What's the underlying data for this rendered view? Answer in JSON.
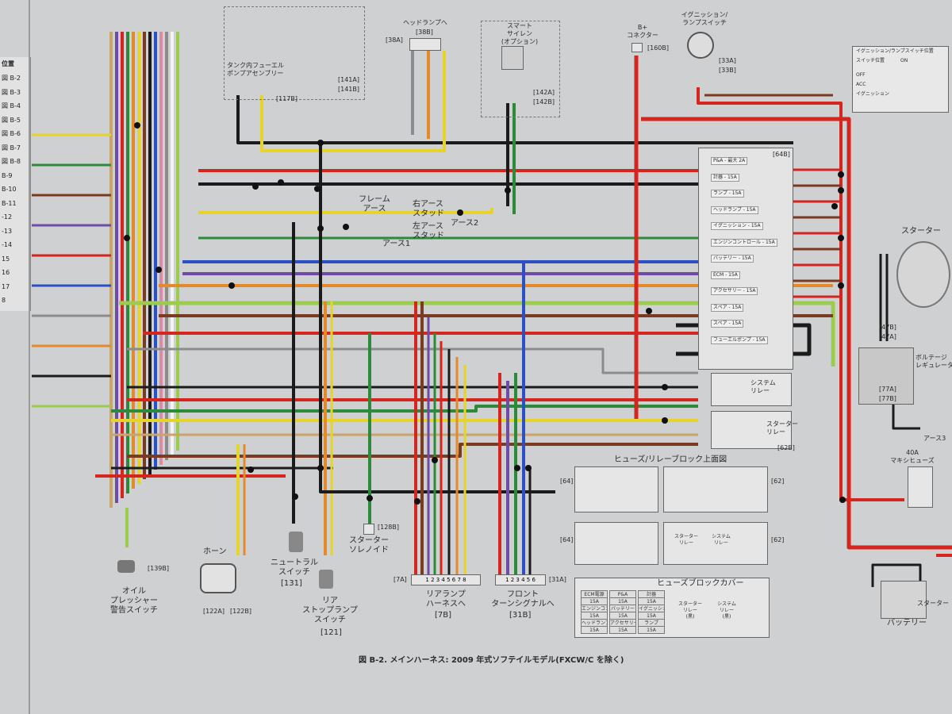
{
  "page": {
    "side_index": {
      "header": "位置",
      "rows": [
        "図 B-2",
        "図 B-3",
        "図 B-4",
        "図 B-5",
        "図 B-6",
        "図 B-7",
        "図 B-8",
        "B-9",
        "B-10",
        "B-11",
        "-12",
        "-13",
        "-14",
        "15",
        "16",
        "17",
        "8"
      ]
    },
    "caption": "図 B-2. メインハーネス: 2009 年式ソフテイルモデル(FXCW/C を除く)"
  },
  "components": {
    "fuel_pump": {
      "label": "タンク内フューエル\nポンプアセンブリー",
      "ref_a": "[141A]",
      "ref_b": "[141B]",
      "ref_c": "[117B]"
    },
    "headlamp": {
      "label": "ヘッドランプへ",
      "ref_a": "[38A]",
      "ref_b": "[38B]"
    },
    "siren": {
      "label": "スマート\nサイレン\n(オプション)",
      "ref_a": "[142A]",
      "ref_b": "[142B]"
    },
    "b_plus": {
      "label": "B+\nコネクター",
      "ref": "[160B]"
    },
    "ignition": {
      "label": "イグニッション/\nランプスイッチ",
      "ref_a": "[33A]",
      "ref_b": "[33B]"
    },
    "frame_ground": {
      "label": "フレーム\nアース"
    },
    "right_ground": {
      "label": "右アース\nスタッド"
    },
    "left_ground": {
      "label": "左アース\nスタッド"
    },
    "ground1": {
      "label": "アース1"
    },
    "ground2": {
      "label": "アース2"
    },
    "fuse_block": {
      "ref": "[64B]",
      "fuses": [
        "P&A - 最大 2A",
        "計器 - 15A",
        "ランプ - 15A",
        "ヘッドランプ - 15A",
        "イグニッション - 15A",
        "エンジンコントロール - 15A",
        "バッテリー - 15A",
        "ECM - 15A",
        "アクセサリー - 15A",
        "スペア - 15A",
        "スペア - 15A",
        "フューエルポンプ - 15A"
      ]
    },
    "system_relay": {
      "label": "システム\nリレー"
    },
    "starter_relay": {
      "label": "スターター\nリレー",
      "ref": "[62B]"
    },
    "starter": {
      "label": "スターター"
    },
    "regulator": {
      "label": "ボルテージ\nレギュレーター",
      "ref_a": "[47B]",
      "ref_b": "[47A]",
      "ref_c": "[77A]",
      "ref_d": "[77B]"
    },
    "ground3": {
      "label": "アース3"
    },
    "maxi_fuse": {
      "label": "40A\nマキシヒューズ"
    },
    "battery": {
      "label": "バッテリー"
    },
    "starter2": {
      "label": "スターター"
    },
    "oil_switch": {
      "label": "オイル\nプレッシャー\n警告スイッチ",
      "ref": "[139B]"
    },
    "horn": {
      "label": "ホーン",
      "ref_a": "[122A]",
      "ref_b": "[122B]"
    },
    "neutral_switch": {
      "label": "ニュートラル\nスイッチ",
      "ref": "[131]"
    },
    "stop_switch": {
      "label": "リア\nストップランプ\nスイッチ",
      "ref": "[121]"
    },
    "starter_solenoid": {
      "label": "スターター\nソレノイド",
      "ref": "[128B]"
    },
    "rear_lamp": {
      "label": "リアランプ\nハーネスへ",
      "ref_a": "[7A]",
      "ref_b": "[7B]",
      "pins": "1 2 3 4 5 6 7 8"
    },
    "front_turn": {
      "label": "フロント\nターンシグナルへ",
      "ref_a": "[31A]",
      "ref_b": "[31B]",
      "pins": "1 2 3 4 5 6"
    },
    "fuse_relay_top": {
      "label": "ヒューズ/リレーブロック上面図",
      "ref_64": "[64]",
      "ref_62": "[62]",
      "relay_a": "スターター\nリレー",
      "relay_b": "システム\nリレー"
    },
    "fuse_block_cover": {
      "label": "ヒューズブロックカバー",
      "cells": [
        "ECM電源",
        "P&A",
        "計器",
        "15A",
        "15A",
        "15A",
        "エンジンコントロール",
        "バッテリー",
        "イグニッション",
        "15A",
        "15A",
        "15A",
        "ヘッドランプ",
        "アクセサリー",
        "ランプ",
        "15A",
        "15A",
        "15A"
      ],
      "relay_a": "スターター\nリレー\n(黒)",
      "relay_b": "システム\nリレー\n(黒)"
    },
    "table_top_right": {
      "title": "イグニッション/ランプスイッチ位置",
      "col1": "スイッチ位置",
      "col2": "ON",
      "rows": [
        "OFF",
        "ACC",
        "イグニッション"
      ]
    }
  },
  "colors": {
    "red": "#d2261f",
    "black": "#1b1b1b",
    "blue": "#2d4fc4",
    "green": "#2c8a3a",
    "yellow": "#e6d42a",
    "orange": "#e38a2b",
    "brown": "#7a3b22",
    "violet": "#6f4aa6",
    "gray": "#8c8c8c",
    "white": "#f2f2f2",
    "light_green": "#9ccc4e",
    "tan": "#c9a46b",
    "pink": "#d98aa5",
    "page_bg": "#cfd0d2"
  }
}
